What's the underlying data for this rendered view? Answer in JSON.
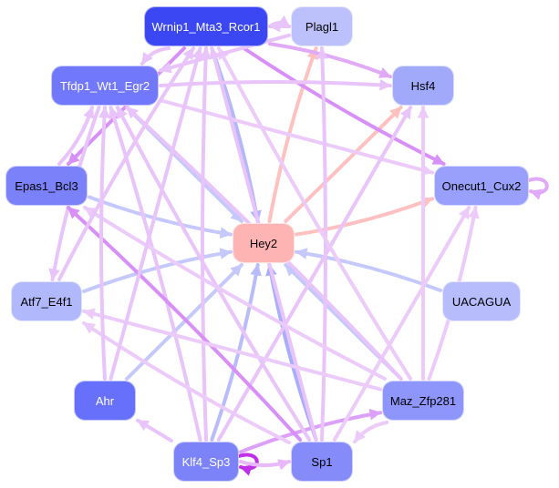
{
  "diagram": {
    "type": "directed-network",
    "nodes": [
      {
        "id": "Wrnip1_Mta3_Rcor1",
        "label": "Wrnip1_Mta3_Rcor1",
        "color": "#3a47f3",
        "text_color": "#ffffff"
      },
      {
        "id": "Plagl1",
        "label": "Plagl1",
        "color": "#bcc1fb",
        "text_color": "#000000"
      },
      {
        "id": "Tfdp1_Wt1_Egr2",
        "label": "Tfdp1_Wt1_Egr2",
        "color": "#7178fb",
        "text_color": "#ffffff"
      },
      {
        "id": "Hsf4",
        "label": "Hsf4",
        "color": "#a1a9fb",
        "text_color": "#000000"
      },
      {
        "id": "Epas1_Bcl3",
        "label": "Epas1_Bcl3",
        "color": "#7a81f9",
        "text_color": "#000000"
      },
      {
        "id": "Onecut1_Cux2",
        "label": "Onecut1_Cux2",
        "color": "#98a0fb",
        "text_color": "#000000"
      },
      {
        "id": "Hey2",
        "label": "Hey2",
        "color": "#ffb4b4",
        "text_color": "#000000"
      },
      {
        "id": "Atf7_E4f1",
        "label": "Atf7_E4f1",
        "color": "#b1b8fb",
        "text_color": "#000000"
      },
      {
        "id": "UACAGUA",
        "label": "UACAGUA",
        "color": "#b6bcfc",
        "text_color": "#000000"
      },
      {
        "id": "Ahr",
        "label": "Ahr",
        "color": "#6670fa",
        "text_color": "#ffffff"
      },
      {
        "id": "Maz_Zfp281",
        "label": "Maz_Zfp281",
        "color": "#8e96fb",
        "text_color": "#000000"
      },
      {
        "id": "Klf4_Sp3",
        "label": "Klf4_Sp3",
        "color": "#7c83f9",
        "text_color": "#ffffff"
      },
      {
        "id": "Sp1",
        "label": "Sp1",
        "color": "#858cfa",
        "text_color": "#000000"
      }
    ],
    "edges": [
      {
        "from": "Wrnip1_Mta3_Rcor1",
        "to": "Hey2",
        "color": "#b4b8fb"
      },
      {
        "from": "Tfdp1_Wt1_Egr2",
        "to": "Hey2",
        "color": "#c4c8fb"
      },
      {
        "from": "Epas1_Bcl3",
        "to": "Hey2",
        "color": "#c4c8fb"
      },
      {
        "from": "Atf7_E4f1",
        "to": "Hey2",
        "color": "#c4c8fb"
      },
      {
        "from": "Ahr",
        "to": "Hey2",
        "color": "#c4c8fb"
      },
      {
        "from": "Klf4_Sp3",
        "to": "Hey2",
        "color": "#b8bcfb"
      },
      {
        "from": "Sp1",
        "to": "Hey2",
        "color": "#a8aefb"
      },
      {
        "from": "Maz_Zfp281",
        "to": "Hey2",
        "color": "#c4c8fb"
      },
      {
        "from": "UACAGUA",
        "to": "Hey2",
        "color": "#c4c8fb"
      },
      {
        "from": "Hey2",
        "to": "Plagl1",
        "color": "#ffc0c0"
      },
      {
        "from": "Hey2",
        "to": "Hsf4",
        "color": "#ffc0c0"
      },
      {
        "from": "Hey2",
        "to": "Onecut1_Cux2",
        "color": "#ffc0c0"
      },
      {
        "from": "Wrnip1_Mta3_Rcor1",
        "to": "Plagl1",
        "color": "#e8c4fb"
      },
      {
        "from": "Plagl1",
        "to": "Wrnip1_Mta3_Rcor1",
        "color": "#e8c4fb"
      },
      {
        "from": "Wrnip1_Mta3_Rcor1",
        "to": "Onecut1_Cux2",
        "color": "#d890f8"
      },
      {
        "from": "Wrnip1_Mta3_Rcor1",
        "to": "Hsf4",
        "color": "#e0aaf8"
      },
      {
        "from": "Wrnip1_Mta3_Rcor1",
        "to": "Epas1_Bcl3",
        "color": "#d890f8"
      },
      {
        "from": "Wrnip1_Mta3_Rcor1",
        "to": "Tfdp1_Wt1_Egr2",
        "color": "#e8c4fb"
      },
      {
        "from": "Tfdp1_Wt1_Egr2",
        "to": "Hsf4",
        "color": "#e8c4fb"
      },
      {
        "from": "Tfdp1_Wt1_Egr2",
        "to": "Onecut1_Cux2",
        "color": "#eccbfb"
      },
      {
        "from": "Tfdp1_Wt1_Egr2",
        "to": "Atf7_E4f1",
        "color": "#e8c4fb"
      },
      {
        "from": "Onecut1_Cux2",
        "to": "Onecut1_Cux2",
        "color": "#e0aaf8"
      },
      {
        "from": "Klf4_Sp3",
        "to": "Klf4_Sp3",
        "color": "#c030e8"
      },
      {
        "from": "Klf4_Sp3",
        "to": "Sp1",
        "color": "#e8b8fb"
      },
      {
        "from": "Klf4_Sp3",
        "to": "Maz_Zfp281",
        "color": "#dda0f8"
      },
      {
        "from": "Klf4_Sp3",
        "to": "Ahr",
        "color": "#e8c4fb"
      },
      {
        "from": "Klf4_Sp3",
        "to": "Tfdp1_Wt1_Egr2",
        "color": "#e8c4fb"
      },
      {
        "from": "Klf4_Sp3",
        "to": "Wrnip1_Mta3_Rcor1",
        "color": "#e8c4fb"
      },
      {
        "from": "Klf4_Sp3",
        "to": "Hsf4",
        "color": "#e8c4fb"
      },
      {
        "from": "Sp1",
        "to": "Epas1_Bcl3",
        "color": "#d890f8"
      },
      {
        "from": "Sp1",
        "to": "Tfdp1_Wt1_Egr2",
        "color": "#e8c4fb"
      },
      {
        "from": "Sp1",
        "to": "Wrnip1_Mta3_Rcor1",
        "color": "#e8c4fb"
      },
      {
        "from": "Sp1",
        "to": "Plagl1",
        "color": "#e8c4fb"
      },
      {
        "from": "Sp1",
        "to": "Atf7_E4f1",
        "color": "#eccbfb"
      },
      {
        "from": "Sp1",
        "to": "Onecut1_Cux2",
        "color": "#eccbfb"
      },
      {
        "from": "Maz_Zfp281",
        "to": "Sp1",
        "color": "#eccbfb"
      },
      {
        "from": "Maz_Zfp281",
        "to": "Epas1_Bcl3",
        "color": "#eccbfb"
      },
      {
        "from": "Maz_Zfp281",
        "to": "Atf7_E4f1",
        "color": "#eccbfb"
      },
      {
        "from": "Maz_Zfp281",
        "to": "Tfdp1_Wt1_Egr2",
        "color": "#e8c4fb"
      },
      {
        "from": "Maz_Zfp281",
        "to": "Wrnip1_Mta3_Rcor1",
        "color": "#eccbfb"
      },
      {
        "from": "Maz_Zfp281",
        "to": "Hsf4",
        "color": "#eccbfb"
      },
      {
        "from": "Maz_Zfp281",
        "to": "Onecut1_Cux2",
        "color": "#eccbfb"
      },
      {
        "from": "Ahr",
        "to": "Tfdp1_Wt1_Egr2",
        "color": "#e8c4fb"
      },
      {
        "from": "Ahr",
        "to": "Wrnip1_Mta3_Rcor1",
        "color": "#e8c4fb"
      },
      {
        "from": "Epas1_Bcl3",
        "to": "Tfdp1_Wt1_Egr2",
        "color": "#e8c4fb"
      },
      {
        "from": "Atf7_E4f1",
        "to": "Wrnip1_Mta3_Rcor1",
        "color": "#e8c4fb"
      },
      {
        "from": "Plagl1",
        "to": "Tfdp1_Wt1_Egr2",
        "color": "#e8c4fb"
      }
    ]
  }
}
